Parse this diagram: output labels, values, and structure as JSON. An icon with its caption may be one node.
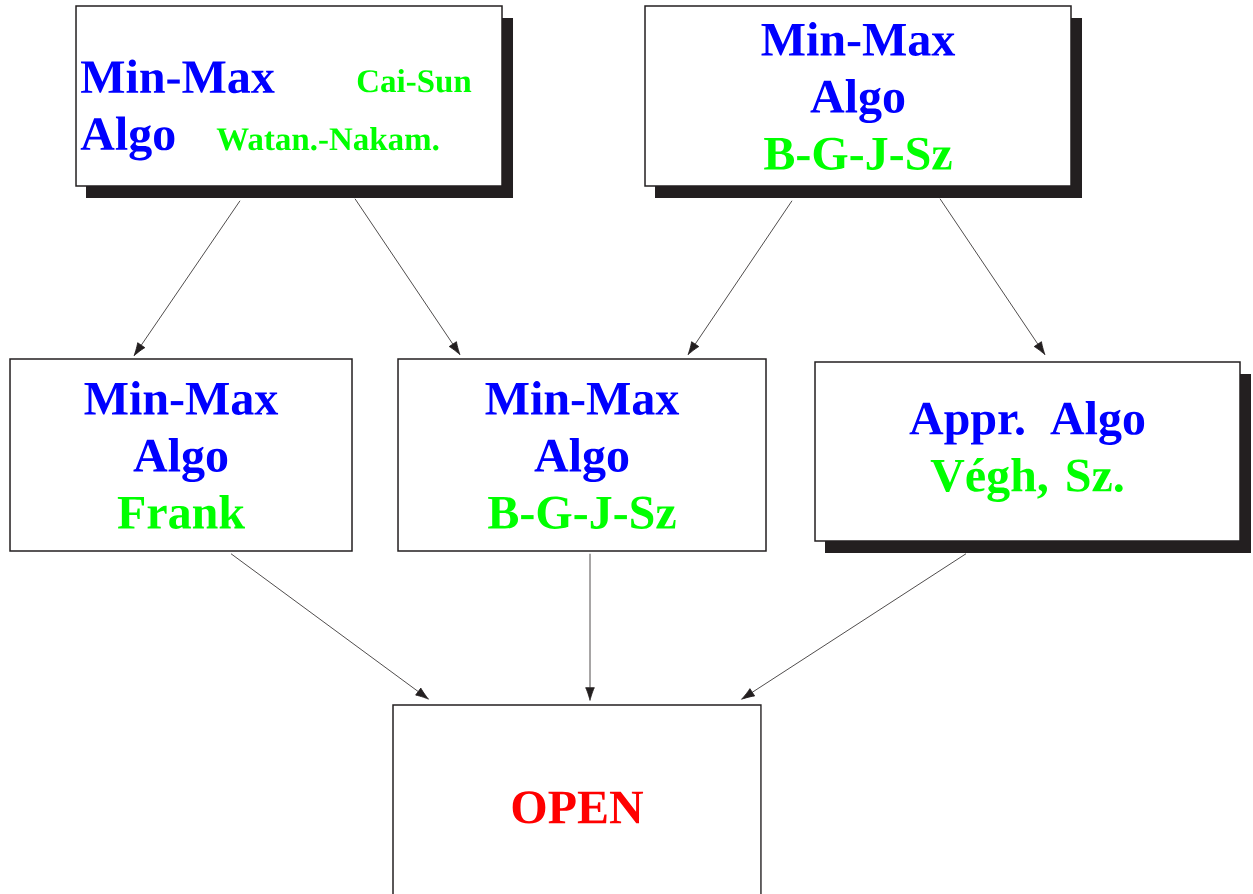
{
  "diagram": {
    "nodes": [
      {
        "text": [
          "Min-Max Algo",
          "Cai-Sun",
          "Watan.-Nakam."
        ]
      },
      {
        "text": [
          "Min-Max Algo",
          "B-G-J-Sz"
        ]
      },
      {
        "text": [
          "Min-Max Algo",
          "Frank"
        ]
      },
      {
        "text": [
          "Min-Max Algo",
          "B-G-J-Sz"
        ]
      },
      {
        "text": [
          "Appr. Algo",
          "Végh, Sz."
        ]
      },
      {
        "text": [
          "OPEN"
        ]
      }
    ],
    "edges": [
      {
        "from": 0,
        "to": 2,
        "arrow": "to"
      },
      {
        "from": 0,
        "to": 3,
        "arrow": "to"
      },
      {
        "from": 1,
        "to": 3,
        "arrow": "to"
      },
      {
        "from": 1,
        "to": 4,
        "arrow": "to"
      },
      {
        "from": 2,
        "to": 5,
        "arrow": "to"
      },
      {
        "from": 3,
        "to": 5,
        "arrow": "to"
      },
      {
        "from": 4,
        "to": 5,
        "arrow": "to"
      }
    ]
  }
}
